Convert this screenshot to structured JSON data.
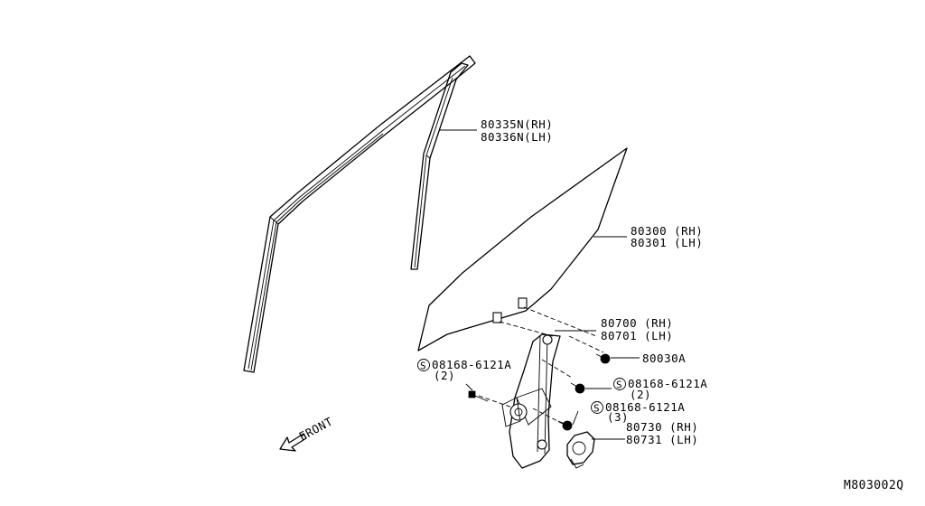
{
  "diagram_code": "M803002Q",
  "direction_label": "FRONT",
  "callouts": {
    "run_channel": {
      "rh": "80335N(RH)",
      "lh": "80336N(LH)"
    },
    "door_glass": {
      "rh": "80300 (RH)",
      "lh": "80301 (LH)"
    },
    "regulator": {
      "rh": "80700 (RH)",
      "lh": "80701 (LH)"
    },
    "glass_bolt": {
      "part": "80030A"
    },
    "bolt_left": {
      "symbol": "S",
      "part": "08168-6121A",
      "qty": "(2)"
    },
    "bolt_right": {
      "symbol": "S",
      "part": "08168-6121A",
      "qty": "(2)"
    },
    "bolt_lower": {
      "symbol": "S",
      "part": "08168-6121A",
      "qty": "(3)"
    },
    "motor": {
      "rh": "80730 (RH)",
      "lh": "80731 (LH)"
    }
  }
}
